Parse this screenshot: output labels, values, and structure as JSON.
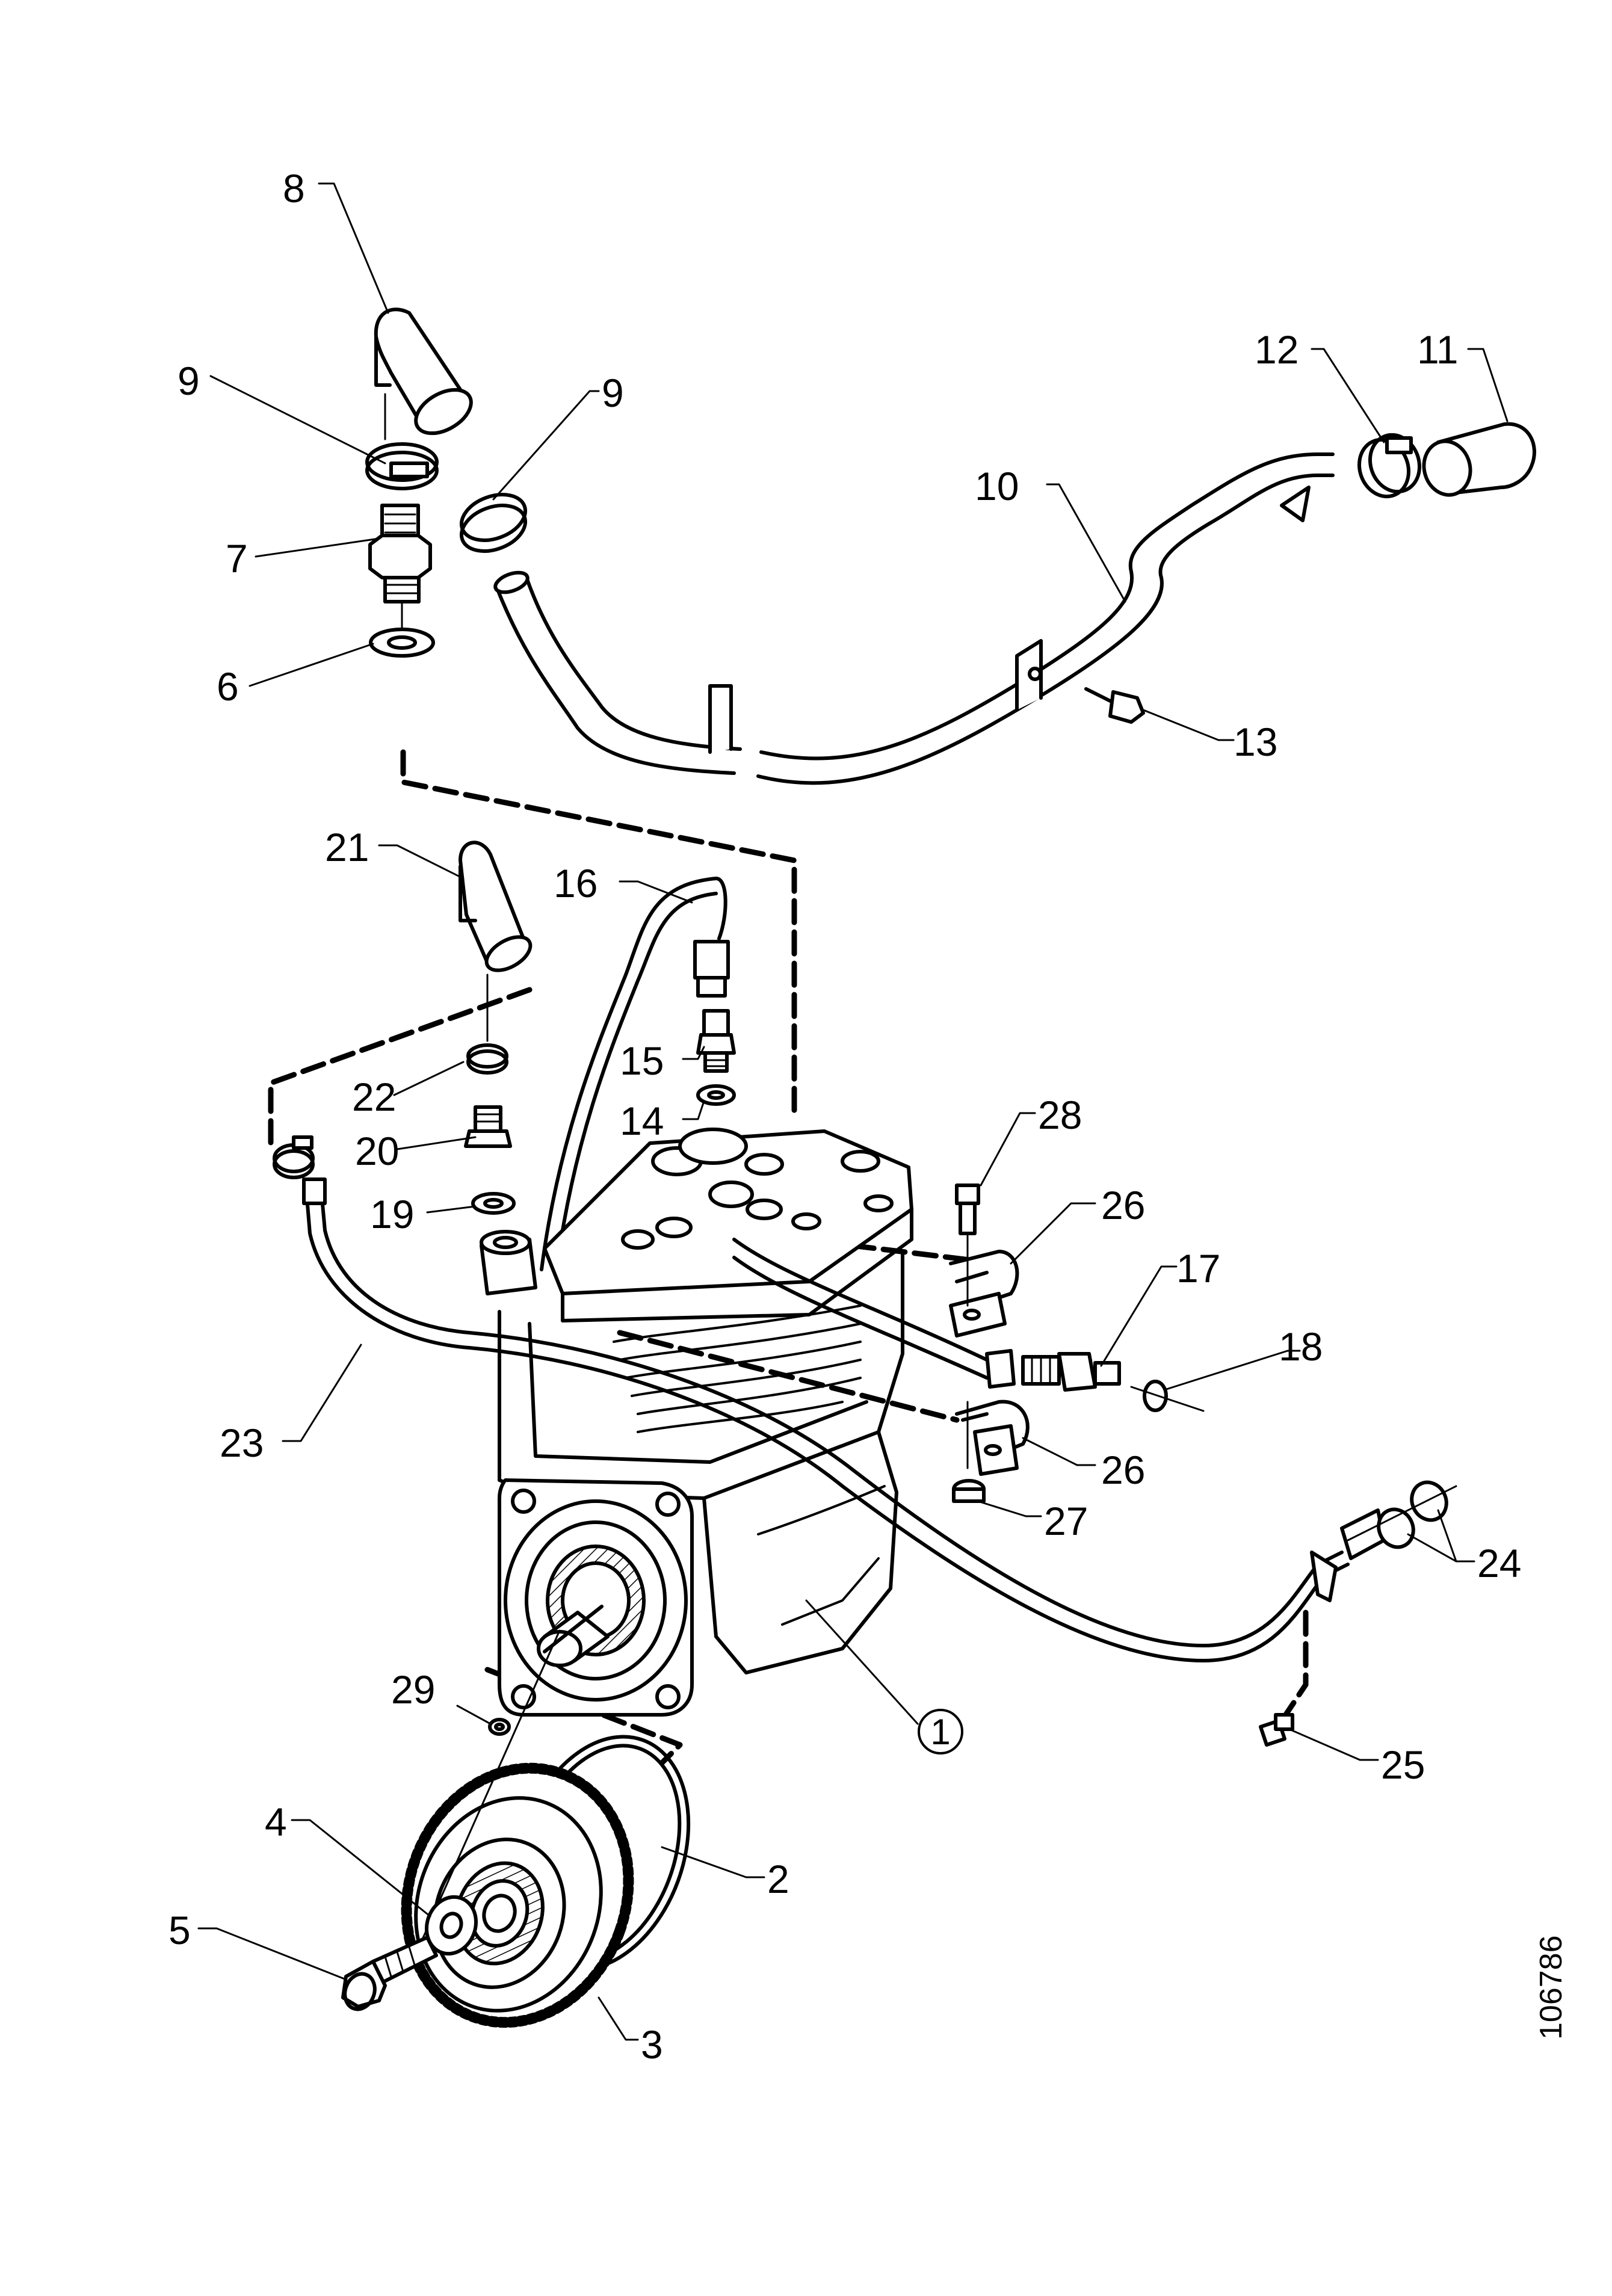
{
  "diagram": {
    "callouts": [
      "8",
      "9",
      "9",
      "12",
      "11",
      "10",
      "7",
      "6",
      "13",
      "21",
      "16",
      "15",
      "14",
      "22",
      "20",
      "28",
      "19",
      "26",
      "17",
      "18",
      "23",
      "26",
      "27",
      "24",
      "1",
      "29",
      "25",
      "4",
      "2",
      "5",
      "3"
    ],
    "reference_number": "106786"
  },
  "parts": {
    "pipe_elbow": "pipe-elbow",
    "hose_clamp": "hose-clamp",
    "union": "union-nipple",
    "washer": "sealing-washer",
    "coolant_pipe": "coolant-pipe",
    "compressor": "air-compressor",
    "drive_gear": "drive-gear",
    "o_ring": "o-ring"
  },
  "colors": {
    "ink": "#000000",
    "paper": "#ffffff",
    "shade": "#dcdcdc"
  }
}
